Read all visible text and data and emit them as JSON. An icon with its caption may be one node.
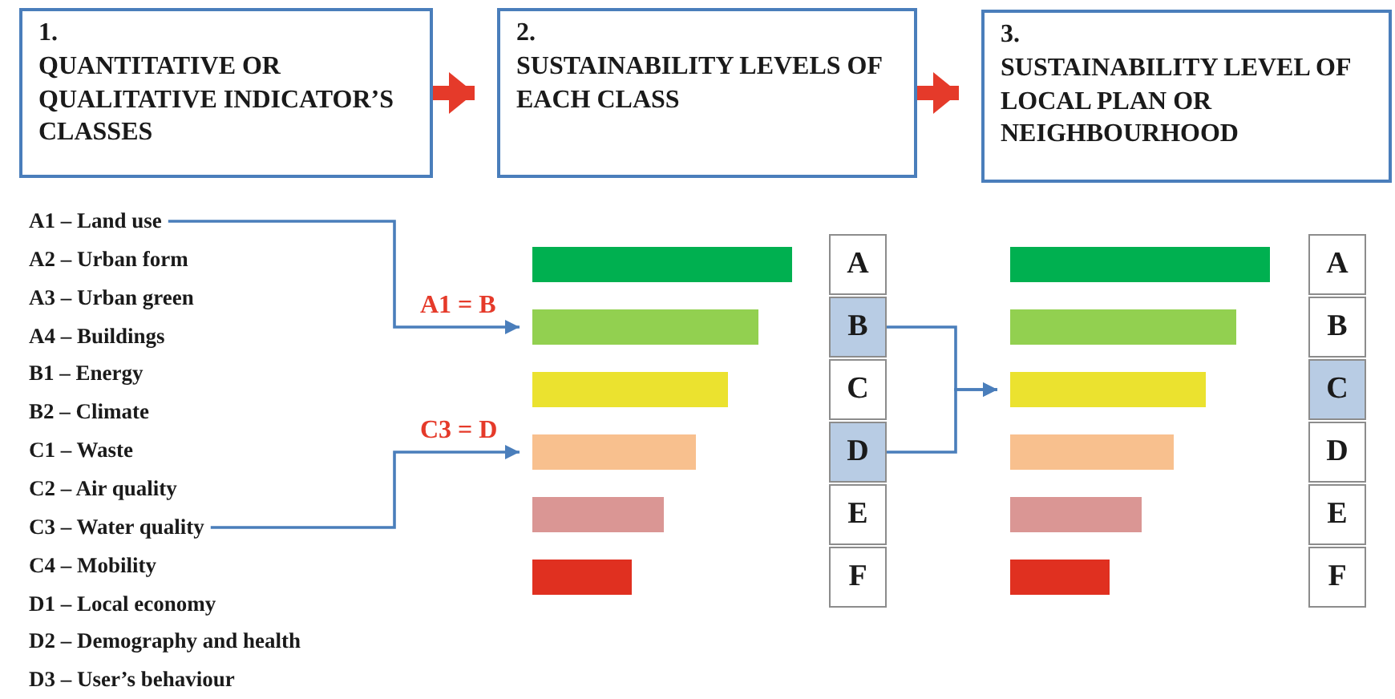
{
  "diagram": {
    "nodes": [
      {
        "text": [
          "1.",
          "QUANTITATIVE OR QUALITATIVE INDICATOR’S CLASSES"
        ]
      },
      {
        "text": [
          "2.",
          "SUSTAINABILITY LEVELS OF EACH CLASS"
        ]
      },
      {
        "text": [
          "3.",
          "SUSTAINABILITY LEVEL OF LOCAL PLAN OR NEIGHBOURHOOD"
        ]
      },
      {
        "text": [
          "A1 – Land use"
        ]
      },
      {
        "text": [
          "C3 – Water quality"
        ]
      },
      {
        "text": [],
        "shape": "bar"
      },
      {
        "text": [],
        "shape": "bar"
      },
      {
        "text": [],
        "shape": "bar"
      },
      {
        "text": [],
        "shape": "bar"
      },
      {
        "text": [],
        "shape": "bar"
      },
      {
        "text": [],
        "shape": "bar"
      },
      {
        "text": [
          "A"
        ]
      },
      {
        "text": [
          "B"
        ]
      },
      {
        "text": [
          "C"
        ]
      },
      {
        "text": [
          "D"
        ]
      },
      {
        "text": [
          "E"
        ]
      },
      {
        "text": [
          "F"
        ]
      },
      {
        "text": [],
        "shape": "bar"
      },
      {
        "text": [],
        "shape": "bar"
      },
      {
        "text": [],
        "shape": "bar"
      },
      {
        "text": [],
        "shape": "bar"
      },
      {
        "text": [],
        "shape": "bar"
      },
      {
        "text": [],
        "shape": "bar"
      },
      {
        "text": [
          "A"
        ]
      },
      {
        "text": [
          "B"
        ]
      },
      {
        "text": [
          "C"
        ]
      },
      {
        "text": [
          "D"
        ]
      },
      {
        "text": [
          "E"
        ]
      },
      {
        "text": [
          "F"
        ]
      }
    ],
    "edges": [
      {
        "from": 0,
        "to": 1,
        "arrow": "to",
        "style": "thick",
        "color": "#e53a2a"
      },
      {
        "from": 1,
        "to": 2,
        "arrow": "to",
        "style": "thick",
        "color": "#e53a2a"
      },
      {
        "from": 3,
        "to": 6,
        "arrow": "to",
        "label": "A1 = B"
      },
      {
        "from": 4,
        "to": 8,
        "arrow": "to",
        "label": "C3 = D"
      },
      {
        "from": 12,
        "to": 19,
        "arrow": "to"
      },
      {
        "from": 14,
        "to": 19,
        "arrow": "to"
      }
    ],
    "labels": [
      "A2 – Urban form",
      "A3 – Urban green",
      "A4 – Buildings",
      "B1 – Energy",
      "B2 – Climate",
      "C1 – Waste",
      "C2 – Air quality",
      "C4 – Mobility",
      "D1 – Local economy",
      "D2 – Demography and health",
      "D3 – User’s behaviour"
    ]
  }
}
